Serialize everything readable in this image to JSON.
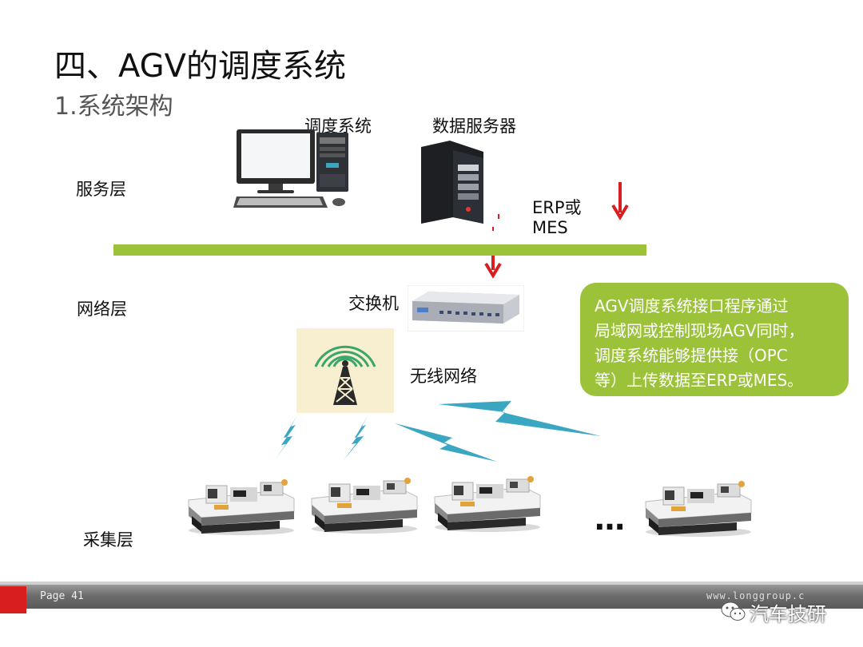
{
  "slide": {
    "title": "四、AGV的调度系统",
    "subtitle": "1.系统架构"
  },
  "layers": {
    "service": "服务层",
    "network": "网络层",
    "collection": "采集层"
  },
  "nodes": {
    "dispatch_system": "调度系统",
    "data_server": "数据服务器",
    "erp_mes_line1": "ERP或",
    "erp_mes_line2": "MES",
    "switch": "交换机",
    "wireless": "无线网络",
    "more_agvs": "…"
  },
  "callout": {
    "lines": [
      "AGV调度系统接口程序通过",
      "局域网或控制现场AGV同时，",
      "调度系统能够提供接（OPC",
      "等）上传数据至ERP或MES。"
    ]
  },
  "footer": {
    "page": "Page 41",
    "url": "www.longgroup.c",
    "watermark": "汽车技研"
  },
  "colors": {
    "bus": "#9bc238",
    "callout": "#9bc238",
    "arrow": "#d81e1e",
    "lightning": "#3aa6c2",
    "footer_accent": "#d81e1e"
  }
}
